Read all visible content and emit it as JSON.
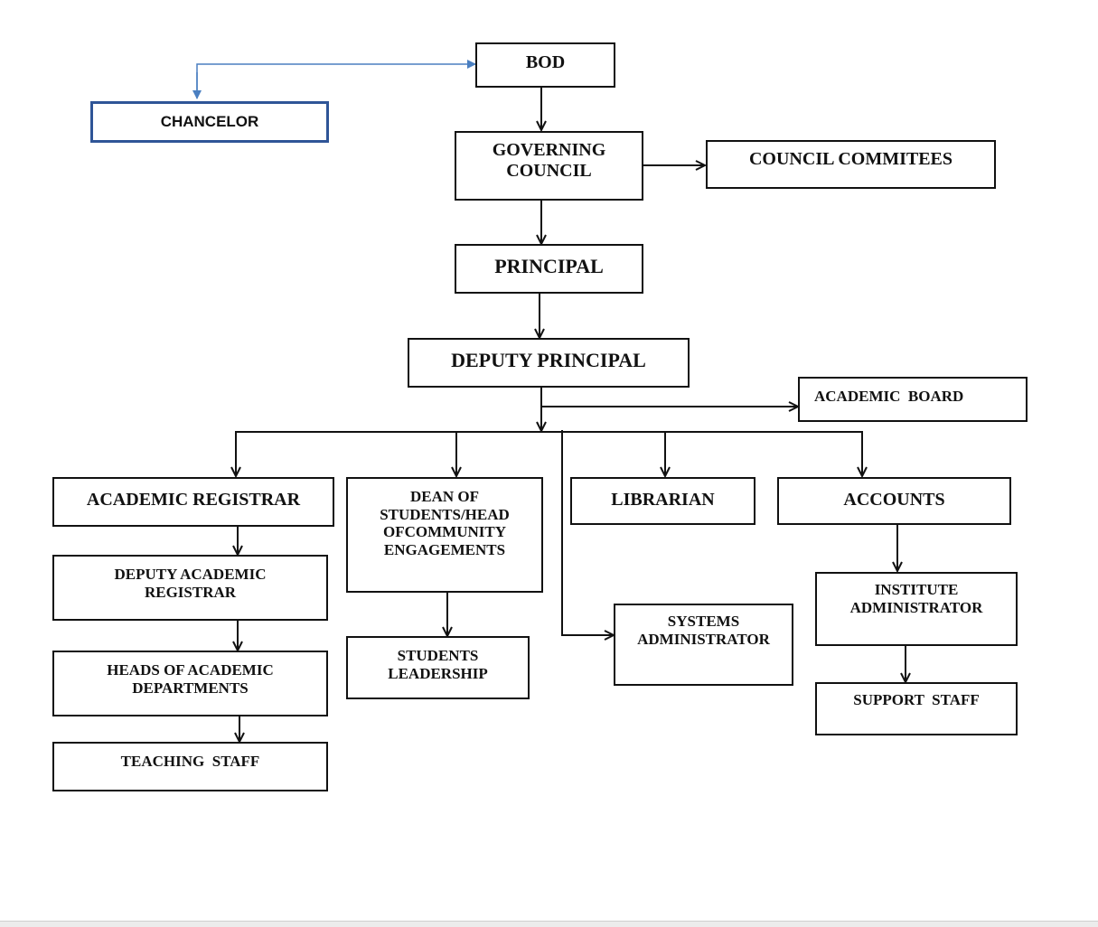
{
  "diagram": {
    "title": "",
    "colors": {
      "line": "#111111",
      "chancelor_border": "#2f5597",
      "chancelor_connector": "#4a7fc1"
    },
    "nodes": {
      "bod": {
        "label": "BOD"
      },
      "chancelor": {
        "label": "CHANCELOR"
      },
      "governing_council": {
        "label": "GOVERNING COUNCIL",
        "lines": [
          "GOVERNING",
          "COUNCIL"
        ]
      },
      "council_commitees": {
        "label": "COUNCIL COMMITEES"
      },
      "principal": {
        "label": "PRINCIPAL"
      },
      "deputy_principal": {
        "label": "DEPUTY PRINCIPAL"
      },
      "academic_board": {
        "label": "ACADEMIC  BOARD"
      },
      "academic_registrar": {
        "label": "ACADEMIC REGISTRAR"
      },
      "deputy_academic_registrar": {
        "label": "DEPUTY ACADEMIC REGISTRAR",
        "lines": [
          "DEPUTY ACADEMIC",
          "REGISTRAR"
        ]
      },
      "heads_of_academic_departments": {
        "label": "HEADS OF ACADEMIC DEPARTMENTS",
        "lines": [
          "HEADS OF ACADEMIC",
          "DEPARTMENTS"
        ]
      },
      "teaching_staff": {
        "label": "TEACHING  STAFF"
      },
      "dean_of_students": {
        "label": "DEAN OF STUDENTS/HEAD OFCOMMUNITY ENGAGEMENTS",
        "lines": [
          "DEAN OF",
          "STUDENTS/HEAD",
          "OFCOMMUNITY",
          "ENGAGEMENTS"
        ]
      },
      "students_leadership": {
        "label": "STUDENTS LEADERSHIP",
        "lines": [
          "STUDENTS",
          "LEADERSHIP"
        ]
      },
      "librarian": {
        "label": "LIBRARIAN"
      },
      "systems_administrator": {
        "label": "SYSTEMS ADMINISTRATOR",
        "lines": [
          "SYSTEMS",
          "ADMINISTRATOR"
        ]
      },
      "accounts": {
        "label": "ACCOUNTS"
      },
      "institute_administrator": {
        "label": "INSTITUTE ADMINISTRATOR",
        "lines": [
          "INSTITUTE",
          "ADMINISTRATOR"
        ]
      },
      "support_staff": {
        "label": "SUPPORT  STAFF"
      }
    },
    "edges": [
      {
        "from": "bod",
        "to": "chancelor",
        "style": "bidirectional-blue"
      },
      {
        "from": "bod",
        "to": "governing_council"
      },
      {
        "from": "governing_council",
        "to": "council_commitees"
      },
      {
        "from": "governing_council",
        "to": "principal"
      },
      {
        "from": "principal",
        "to": "deputy_principal"
      },
      {
        "from": "deputy_principal",
        "to": "academic_board"
      },
      {
        "from": "deputy_principal",
        "to": "academic_registrar"
      },
      {
        "from": "deputy_principal",
        "to": "dean_of_students"
      },
      {
        "from": "deputy_principal",
        "to": "librarian"
      },
      {
        "from": "deputy_principal",
        "to": "accounts"
      },
      {
        "from": "deputy_principal",
        "to": "systems_administrator"
      },
      {
        "from": "academic_registrar",
        "to": "deputy_academic_registrar"
      },
      {
        "from": "deputy_academic_registrar",
        "to": "heads_of_academic_departments"
      },
      {
        "from": "heads_of_academic_departments",
        "to": "teaching_staff"
      },
      {
        "from": "dean_of_students",
        "to": "students_leadership"
      },
      {
        "from": "accounts",
        "to": "institute_administrator"
      },
      {
        "from": "institute_administrator",
        "to": "support_staff"
      }
    ]
  }
}
